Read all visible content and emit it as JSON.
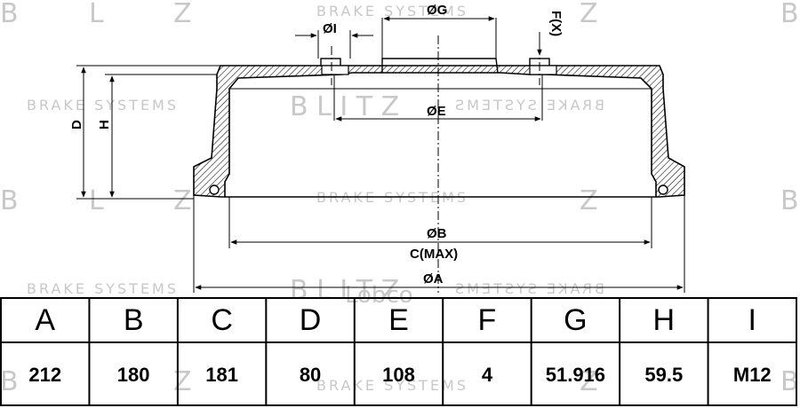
{
  "watermark": {
    "brand": "B L I T Z",
    "tagline": "BRAKE SYSTEMS",
    "tagline_mirrored": "BRAKE SYSTEMS",
    "logo": "Lobco"
  },
  "diagram": {
    "labels": {
      "g": "ØG",
      "i": "ØI",
      "f": "F(X)",
      "e": "ØE",
      "d": "D",
      "h": "H",
      "b": "ØB",
      "c": "C(MAX)",
      "a": "ØA"
    }
  },
  "table": {
    "headers": [
      "A",
      "B",
      "C",
      "D",
      "E",
      "F",
      "G",
      "H",
      "I"
    ],
    "values": [
      "212",
      "180",
      "181",
      "80",
      "108",
      "4",
      "51.916",
      "59.5",
      "M12"
    ]
  }
}
